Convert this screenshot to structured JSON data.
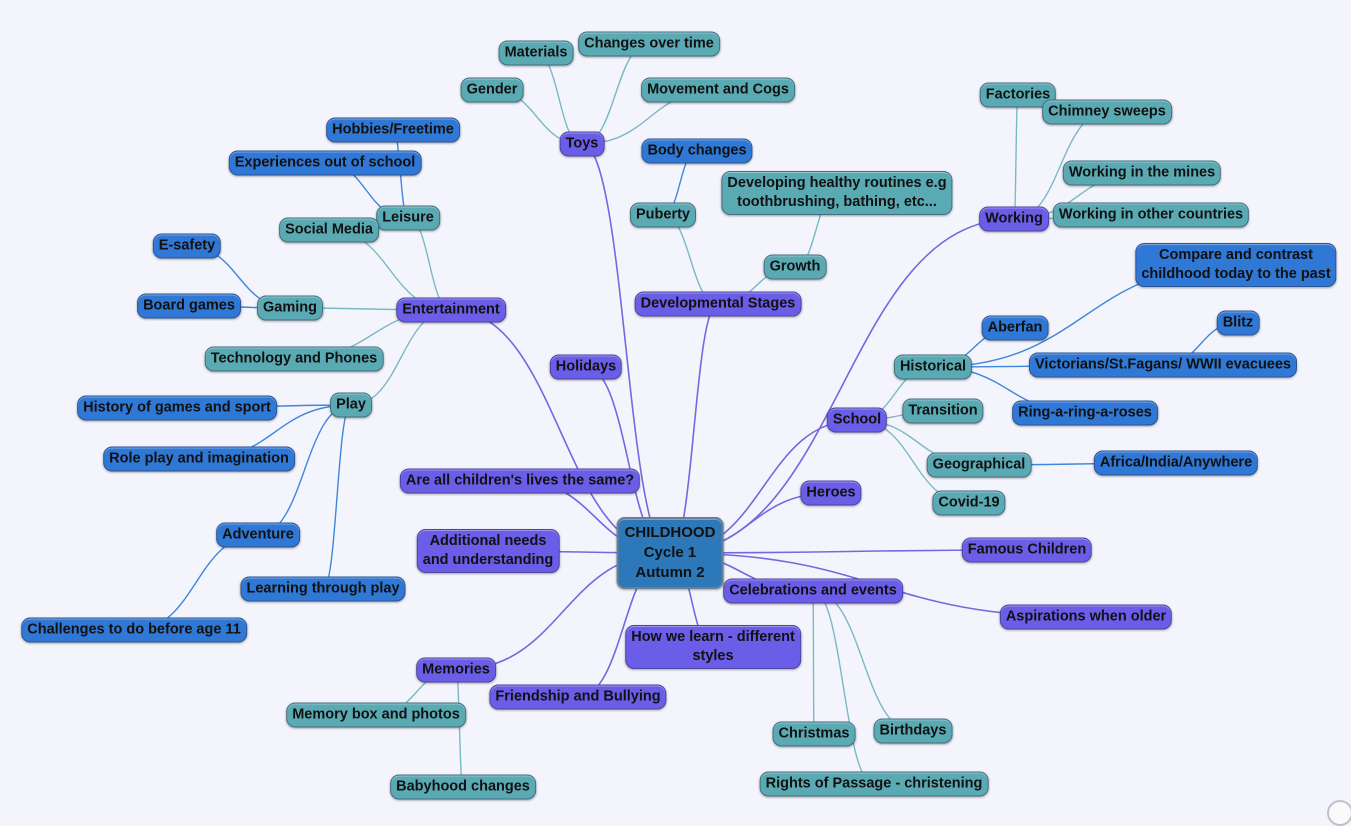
{
  "root": {
    "id": "root",
    "text": "CHILDHOOD\nCycle 1\nAutumn 2"
  },
  "nodes": [
    {
      "id": "toys",
      "text": "Toys",
      "color": "purple",
      "parent": "root"
    },
    {
      "id": "materials",
      "text": "Materials",
      "color": "teal",
      "parent": "toys"
    },
    {
      "id": "changes",
      "text": "Changes over time",
      "color": "teal",
      "parent": "toys"
    },
    {
      "id": "gender",
      "text": "Gender",
      "color": "teal",
      "parent": "toys"
    },
    {
      "id": "cogs",
      "text": "Movement and Cogs",
      "color": "teal",
      "parent": "toys"
    },
    {
      "id": "devstages",
      "text": "Developmental Stages",
      "color": "purple",
      "parent": "root"
    },
    {
      "id": "puberty",
      "text": "Puberty",
      "color": "teal",
      "parent": "devstages"
    },
    {
      "id": "bodychanges",
      "text": "Body changes",
      "color": "blue",
      "parent": "puberty"
    },
    {
      "id": "growth",
      "text": "Growth",
      "color": "teal",
      "parent": "devstages"
    },
    {
      "id": "routines",
      "text": "Developing healthy routines e.g\ntoothbrushing, bathing, etc...",
      "color": "teal",
      "parent": "growth"
    },
    {
      "id": "working",
      "text": "Working",
      "color": "purple",
      "parent": "root"
    },
    {
      "id": "factories",
      "text": "Factories",
      "color": "teal",
      "parent": "working"
    },
    {
      "id": "chimney",
      "text": "Chimney sweeps",
      "color": "teal",
      "parent": "working"
    },
    {
      "id": "mines",
      "text": "Working in the mines",
      "color": "teal",
      "parent": "working"
    },
    {
      "id": "othercountries",
      "text": "Working in other countries",
      "color": "teal",
      "parent": "working"
    },
    {
      "id": "school",
      "text": "School",
      "color": "purple",
      "parent": "root"
    },
    {
      "id": "historical",
      "text": "Historical",
      "color": "teal",
      "parent": "school"
    },
    {
      "id": "compare",
      "text": "Compare and contrast\nchildhood today to the past",
      "color": "blue",
      "parent": "historical"
    },
    {
      "id": "aberfan",
      "text": "Aberfan",
      "color": "blue",
      "parent": "historical"
    },
    {
      "id": "victorians",
      "text": "Victorians/St.Fagans/ WWII evacuees",
      "color": "blue",
      "parent": "historical"
    },
    {
      "id": "blitz",
      "text": "Blitz",
      "color": "blue",
      "parent": "victorians"
    },
    {
      "id": "ringroses",
      "text": "Ring-a-ring-a-roses",
      "color": "blue",
      "parent": "historical"
    },
    {
      "id": "transition",
      "text": "Transition",
      "color": "teal",
      "parent": "school"
    },
    {
      "id": "geographical",
      "text": "Geographical",
      "color": "teal",
      "parent": "school"
    },
    {
      "id": "africa",
      "text": "Africa/India/Anywhere",
      "color": "blue",
      "parent": "geographical"
    },
    {
      "id": "covid",
      "text": "Covid-19",
      "color": "teal",
      "parent": "school"
    },
    {
      "id": "heroes",
      "text": "Heroes",
      "color": "purple",
      "parent": "root"
    },
    {
      "id": "famous",
      "text": "Famous Children",
      "color": "purple",
      "parent": "root"
    },
    {
      "id": "aspirations",
      "text": "Aspirations when older",
      "color": "purple",
      "parent": "root"
    },
    {
      "id": "celebrations",
      "text": "Celebrations and events",
      "color": "purple",
      "parent": "root"
    },
    {
      "id": "christmas",
      "text": "Christmas",
      "color": "teal",
      "parent": "celebrations"
    },
    {
      "id": "birthdays",
      "text": "Birthdays",
      "color": "teal",
      "parent": "celebrations"
    },
    {
      "id": "rites",
      "text": "Rights of Passage - christening",
      "color": "teal",
      "parent": "celebrations"
    },
    {
      "id": "howwelearn",
      "text": "How we learn - different\nstyles",
      "color": "purple",
      "parent": "root"
    },
    {
      "id": "friendship",
      "text": "Friendship and Bullying",
      "color": "purple",
      "parent": "root"
    },
    {
      "id": "memories",
      "text": "Memories",
      "color": "purple",
      "parent": "root"
    },
    {
      "id": "memorybox",
      "text": "Memory box and photos",
      "color": "teal",
      "parent": "memories"
    },
    {
      "id": "babyhood",
      "text": "Babyhood changes",
      "color": "teal",
      "parent": "memories"
    },
    {
      "id": "additional",
      "text": "Additional needs\nand understanding",
      "color": "purple",
      "parent": "root"
    },
    {
      "id": "allchildren",
      "text": "Are all children's lives the same?",
      "color": "purple",
      "parent": "root"
    },
    {
      "id": "holidays",
      "text": "Holidays",
      "color": "purple",
      "parent": "root"
    },
    {
      "id": "entertainment",
      "text": "Entertainment",
      "color": "purple",
      "parent": "root"
    },
    {
      "id": "leisure",
      "text": "Leisure",
      "color": "teal",
      "parent": "entertainment"
    },
    {
      "id": "hobbies",
      "text": "Hobbies/Freetime",
      "color": "blue",
      "parent": "leisure"
    },
    {
      "id": "experiences",
      "text": "Experiences out of school",
      "color": "blue",
      "parent": "leisure"
    },
    {
      "id": "socialmedia",
      "text": "Social Media",
      "color": "teal",
      "parent": "entertainment"
    },
    {
      "id": "gaming",
      "text": "Gaming",
      "color": "teal",
      "parent": "entertainment"
    },
    {
      "id": "esafety",
      "text": "E-safety",
      "color": "blue",
      "parent": "gaming"
    },
    {
      "id": "boardgames",
      "text": "Board games",
      "color": "blue",
      "parent": "gaming"
    },
    {
      "id": "techphones",
      "text": "Technology and Phones",
      "color": "teal",
      "parent": "entertainment"
    },
    {
      "id": "play",
      "text": "Play",
      "color": "teal",
      "parent": "entertainment"
    },
    {
      "id": "historygames",
      "text": "History of games and sport",
      "color": "blue",
      "parent": "play"
    },
    {
      "id": "roleplay",
      "text": "Role play and imagination",
      "color": "blue",
      "parent": "play"
    },
    {
      "id": "adventure",
      "text": "Adventure",
      "color": "blue",
      "parent": "play"
    },
    {
      "id": "challenges",
      "text": "Challenges to do before age 11",
      "color": "blue",
      "parent": "adventure"
    },
    {
      "id": "learningplay",
      "text": "Learning through play",
      "color": "blue",
      "parent": "play"
    }
  ],
  "colors": {
    "teal": "#5aaab4",
    "blue": "#2f78d6",
    "purple": "#6a5de8",
    "root": "#2c78b8",
    "link_root": "#7468e0",
    "link_child": "#7ab8c6",
    "link_blue": "#3f86dc"
  }
}
